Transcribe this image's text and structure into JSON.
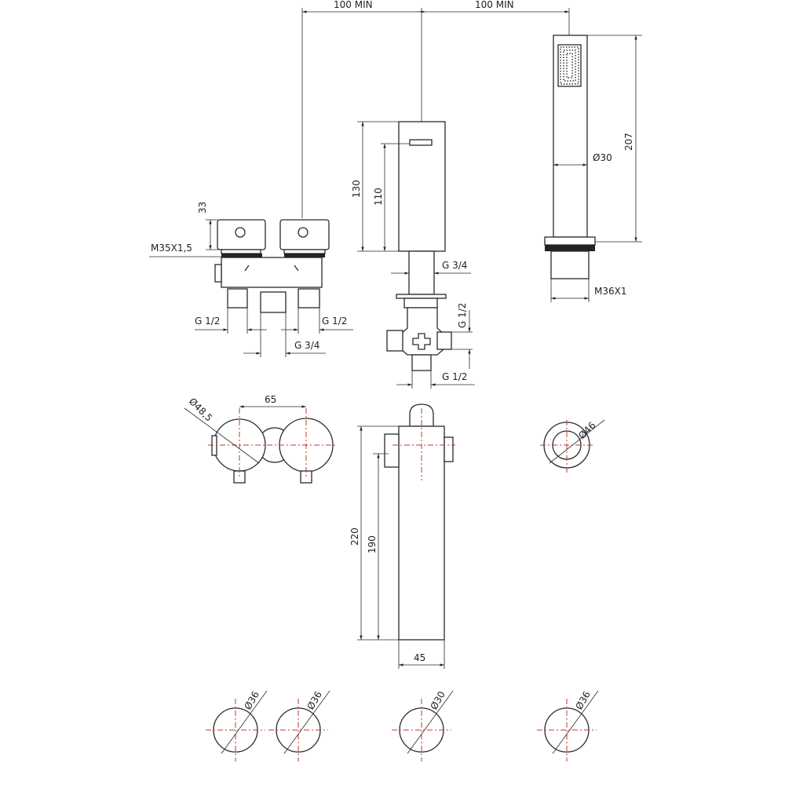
{
  "top_dims": {
    "left_min": "100 MIN",
    "right_min": "100 MIN"
  },
  "mixer_side": {
    "knob_height": "33",
    "thread": "M35X1,5",
    "inlet_left": "G 1/2",
    "inlet_right": "G 1/2",
    "outlet": "G 3/4"
  },
  "spout_side": {
    "total_height": "130",
    "outlet_height": "110",
    "stem_thread": "G 3/4",
    "side_inlet": "G 1/2",
    "bottom_inlet": "G 1/2"
  },
  "handshower_side": {
    "length": "207",
    "diameter": "Ø30",
    "thread": "M36X1"
  },
  "top_views": {
    "mixer_diameter": "Ø48,5",
    "mixer_spacing": "65",
    "spout_total": "220",
    "spout_inner": "190",
    "spout_width": "45",
    "handshower_diameter": "Ø46"
  },
  "cutouts": [
    "Ø36",
    "Ø36",
    "Ø30",
    "Ø36"
  ],
  "colors": {
    "line": "#2a2a2a",
    "centerline": "#c0392b"
  }
}
